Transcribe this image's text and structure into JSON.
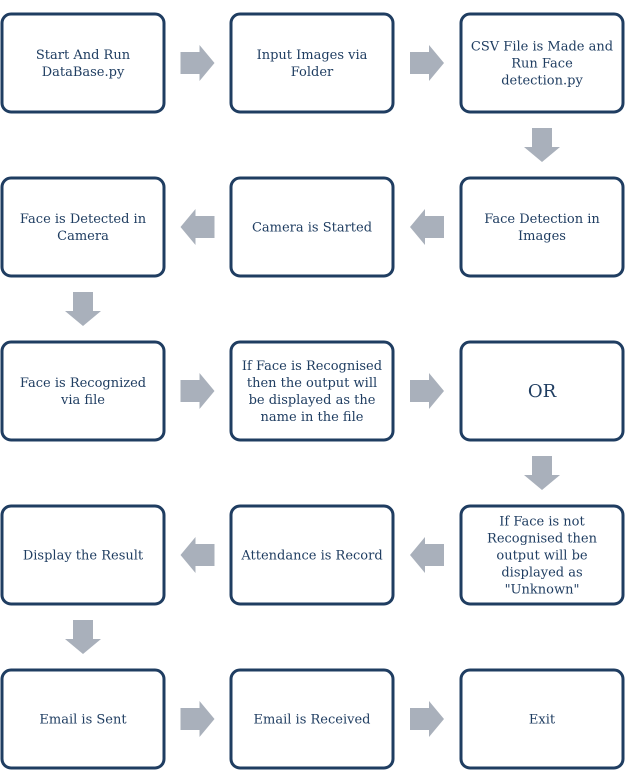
{
  "nodes": [
    {
      "id": "start",
      "lines": [
        "Start And Run",
        "DataBase.py"
      ]
    },
    {
      "id": "input-images",
      "lines": [
        "Input Images via",
        "Folder"
      ]
    },
    {
      "id": "csv-file",
      "lines": [
        "CSV File is Made and",
        "Run Face",
        "detection.py"
      ]
    },
    {
      "id": "face-detection-images",
      "lines": [
        "Face Detection in",
        "Images"
      ]
    },
    {
      "id": "camera-started",
      "lines": [
        "Camera is Started"
      ]
    },
    {
      "id": "face-detected-camera",
      "lines": [
        "Face is Detected in",
        "Camera"
      ]
    },
    {
      "id": "face-recognized",
      "lines": [
        "Face is Recognized",
        "via file"
      ]
    },
    {
      "id": "if-recognised",
      "lines": [
        "If Face is Recognised",
        "then the output will",
        "be displayed as the",
        "name in the file"
      ]
    },
    {
      "id": "or",
      "lines": [
        "OR"
      ]
    },
    {
      "id": "if-not-recognised",
      "lines": [
        "If Face is not",
        "Recognised then",
        "output will be",
        "displayed as",
        "\"Unknown\""
      ]
    },
    {
      "id": "attendance-record",
      "lines": [
        "Attendance is Record"
      ]
    },
    {
      "id": "display-result",
      "lines": [
        "Display the Result"
      ]
    },
    {
      "id": "email-sent",
      "lines": [
        "Email is Sent"
      ]
    },
    {
      "id": "email-received",
      "lines": [
        "Email is Received"
      ]
    },
    {
      "id": "exit",
      "lines": [
        "Exit"
      ]
    }
  ],
  "edges": [
    {
      "from": "start",
      "to": "input-images",
      "direction": "right"
    },
    {
      "from": "input-images",
      "to": "csv-file",
      "direction": "right"
    },
    {
      "from": "csv-file",
      "to": "face-detection-images",
      "direction": "down"
    },
    {
      "from": "face-detection-images",
      "to": "camera-started",
      "direction": "left"
    },
    {
      "from": "camera-started",
      "to": "face-detected-camera",
      "direction": "left"
    },
    {
      "from": "face-detected-camera",
      "to": "face-recognized",
      "direction": "down"
    },
    {
      "from": "face-recognized",
      "to": "if-recognised",
      "direction": "right"
    },
    {
      "from": "if-recognised",
      "to": "or",
      "direction": "right"
    },
    {
      "from": "or",
      "to": "if-not-recognised",
      "direction": "down"
    },
    {
      "from": "if-not-recognised",
      "to": "attendance-record",
      "direction": "left"
    },
    {
      "from": "attendance-record",
      "to": "display-result",
      "direction": "left"
    },
    {
      "from": "display-result",
      "to": "email-sent",
      "direction": "down"
    },
    {
      "from": "email-sent",
      "to": "email-received",
      "direction": "right"
    },
    {
      "from": "email-received",
      "to": "exit",
      "direction": "right"
    }
  ],
  "colors": {
    "box_border": "#1f3d61",
    "box_fill": "#ffffff",
    "text": "#1f3d61",
    "arrow": "#a9b0bb"
  }
}
